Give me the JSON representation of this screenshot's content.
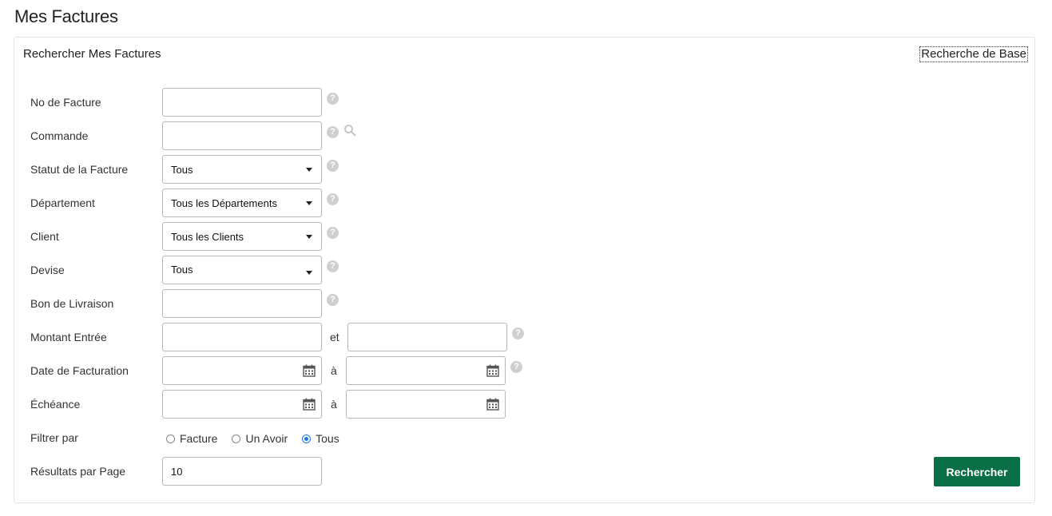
{
  "page": {
    "title": "Mes Factures"
  },
  "panel": {
    "title": "Rechercher Mes Factures",
    "basic_search_link": "Recherche de Base"
  },
  "form": {
    "invoice_no": {
      "label": "No de Facture",
      "value": ""
    },
    "order": {
      "label": "Commande",
      "value": ""
    },
    "invoice_status": {
      "label": "Statut de la Facture",
      "selected": "Tous"
    },
    "department": {
      "label": "Département",
      "selected": "Tous les Départements"
    },
    "client": {
      "label": "Client",
      "selected": "Tous les Clients"
    },
    "currency": {
      "label": "Devise",
      "selected": "Tous"
    },
    "delivery_note": {
      "label": "Bon de Livraison",
      "value": ""
    },
    "amount": {
      "label": "Montant Entrée",
      "connector": "et",
      "from": "",
      "to": ""
    },
    "invoice_date": {
      "label": "Date de Facturation",
      "connector": "à",
      "from": "",
      "to": ""
    },
    "due_date": {
      "label": "Échéance",
      "connector": "à",
      "from": "",
      "to": ""
    },
    "filter": {
      "label": "Filtrer par",
      "options": [
        "Facture",
        "Un Avoir",
        "Tous"
      ],
      "selected": "Tous"
    },
    "results_per_page": {
      "label": "Résultats par Page",
      "value": "10"
    }
  },
  "actions": {
    "search_label": "Rechercher"
  },
  "icons": {
    "help": "question-circle-icon",
    "search": "magnifier-icon",
    "calendar": "calendar-icon",
    "dropdown": "chevron-down-icon"
  },
  "colors": {
    "primary_button": "#0a6e47",
    "radio_selected": "#1a73e8",
    "help_icon": "#cfcfcf"
  }
}
